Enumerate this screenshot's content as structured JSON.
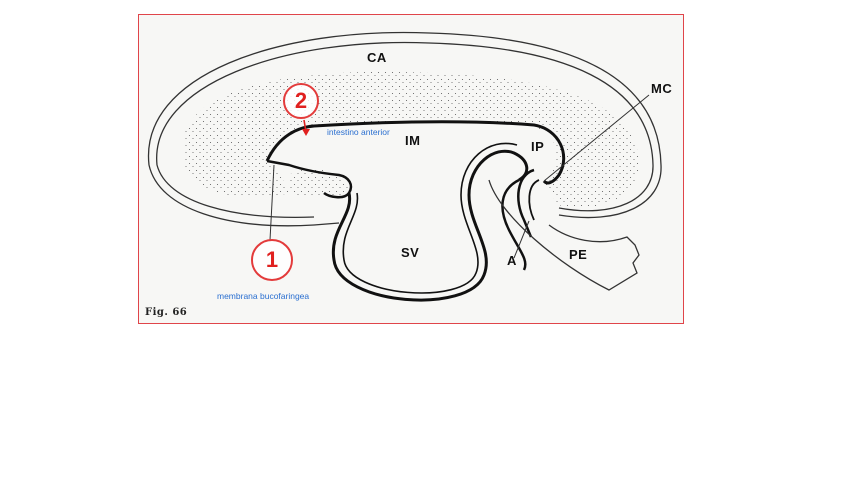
{
  "labels": {
    "ca": "CA",
    "mc": "MC",
    "im": "IM",
    "ip": "IP",
    "sv": "SV",
    "a": "A",
    "pe": "PE"
  },
  "annotations": {
    "intestino_anterior": "intestino anterior",
    "membrana_bucofaringea": "membrana bucofaringea"
  },
  "markers": {
    "marker_1": "1",
    "marker_2": "2"
  },
  "caption": "Fig. 66",
  "colors": {
    "frame_border": "#e0454a",
    "marker_red": "#e0201f",
    "annotation_blue": "#2a6fd0",
    "outline": "#222222"
  }
}
